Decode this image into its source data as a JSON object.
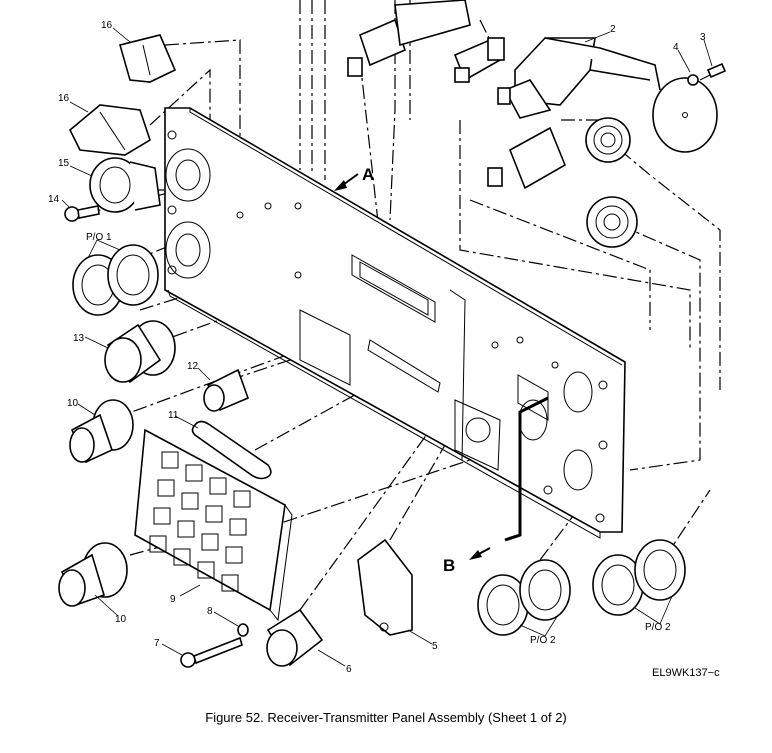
{
  "callouts": {
    "c16a": "16",
    "c16b": "16",
    "c15": "15",
    "c14": "14",
    "po1": "P/O 1",
    "c13": "13",
    "c12": "12",
    "c11": "11",
    "c10a": "10",
    "c10b": "10",
    "c9": "9",
    "c8": "8",
    "c7": "7",
    "c6": "6",
    "c5": "5",
    "c4": "4",
    "c3": "3",
    "c2": "2",
    "po2a": "P/O 2",
    "po2b": "P/O 2"
  },
  "view_letters": {
    "a": "A",
    "b": "B"
  },
  "figure_code": "EL9WK137−c",
  "caption": "Figure 52. Receiver-Transmitter Panel Assembly (Sheet 1 of 2)"
}
